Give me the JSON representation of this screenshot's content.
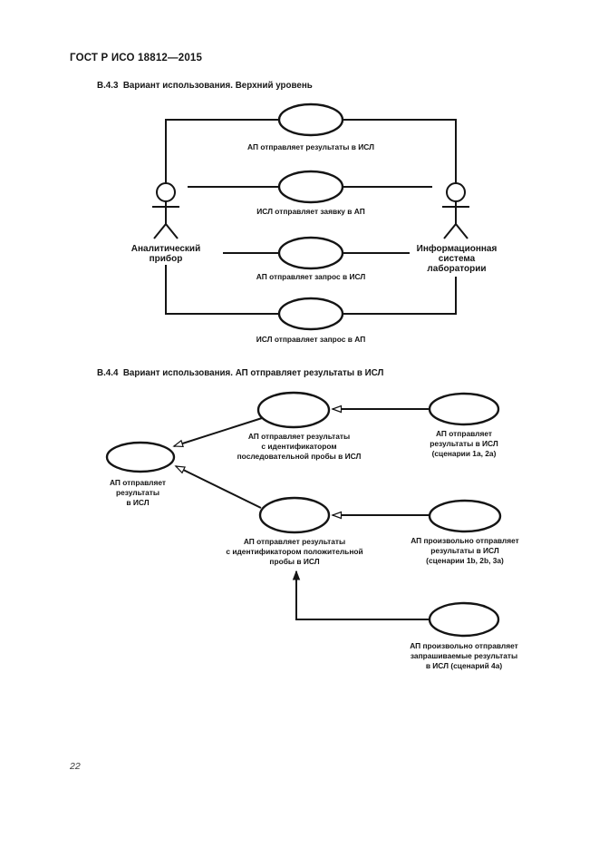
{
  "page": {
    "header": "ГОСТ Р ИСО 18812—2015",
    "page_number": "22"
  },
  "colors": {
    "ink": "#141414",
    "paper": "#ffffff"
  },
  "sections": {
    "b43": {
      "heading": "В.4.3  Вариант использования. Верхний уровень"
    },
    "b44": {
      "heading": "В.4.4  Вариант использования. АП отправляет результаты в ИСЛ"
    }
  },
  "diagram1": {
    "actors": {
      "left": {
        "lines": [
          "Аналитический",
          "прибор"
        ]
      },
      "right": {
        "lines": [
          "Информационная",
          "система",
          "лаборатории"
        ]
      }
    },
    "use_cases": [
      "АП отправляет результаты в ИСЛ",
      "ИСЛ отправляет заявку в АП",
      "АП отправляет запрос в ИСЛ",
      "ИСЛ отправляет запрос в АП"
    ]
  },
  "diagram2": {
    "root": {
      "lines": [
        "АП отправляет",
        "результаты",
        "в ИСЛ"
      ]
    },
    "seq_id": {
      "lines": [
        "АП отправляет результаты",
        "с идентификатором",
        "последовательной пробы в ИСЛ"
      ]
    },
    "pos_id": {
      "lines": [
        "АП отправляет результаты",
        "с идентификатором положительной",
        "пробы в ИСЛ"
      ]
    },
    "scenario_1a_2a": {
      "lines": [
        "АП отправляет",
        "результаты в ИСЛ",
        "(сценарии 1а, 2а)"
      ]
    },
    "scenario_1b_2b_3a": {
      "lines": [
        "АП произвольно отправляет",
        "результаты в ИСЛ",
        "(сценарии 1b, 2b, 3а)"
      ]
    },
    "scenario_4a": {
      "lines": [
        "АП произвольно отправляет",
        "запрашиваемые результаты",
        "в ИСЛ (сценарий 4а)"
      ]
    }
  }
}
